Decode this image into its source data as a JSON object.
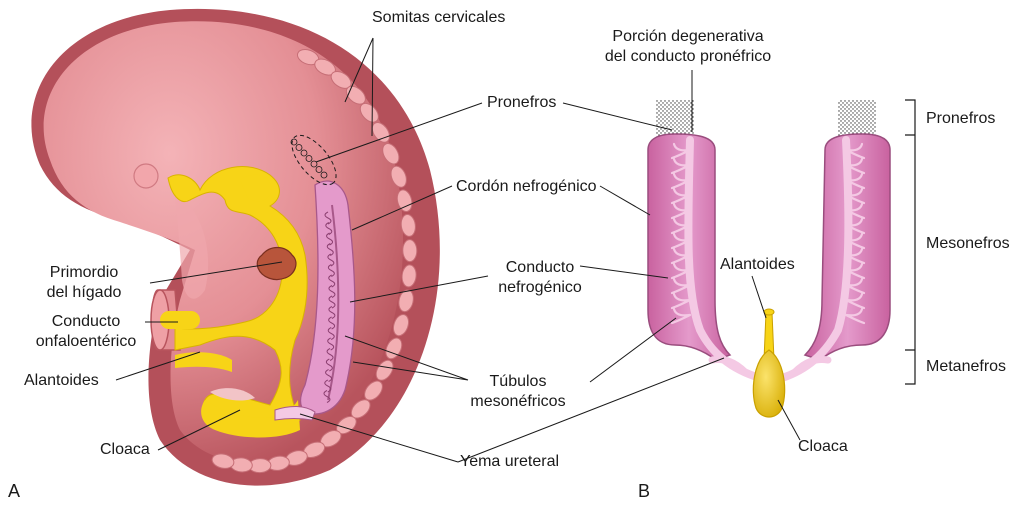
{
  "panel_a": {
    "letter": "A",
    "labels": {
      "somitas": "Somitas cervicales",
      "pronefros": "Pronefros",
      "cordon": "Cordón nefrogénico",
      "conducto_line1": "Conducto",
      "conducto_line2": "nefrogénico",
      "primordio_line1": "Primordio",
      "primordio_line2": "del hígado",
      "onfalo_line1": "Conducto",
      "onfalo_line2": "onfaloentérico",
      "alantoides": "Alantoides",
      "tubulos_line1": "Túbulos",
      "tubulos_line2": "mesonéfricos",
      "cloaca": "Cloaca",
      "yema": "Yema ureteral"
    }
  },
  "panel_b": {
    "letter": "B",
    "labels": {
      "porcion_line1": "Porción degenerativa",
      "porcion_line2": "del conducto pronéfrico",
      "alantoides": "Alantoides",
      "cloaca": "Cloaca"
    },
    "regions": {
      "pronefros": "Pronefros",
      "mesonefros": "Mesonefros",
      "metanefros": "Metanefros"
    }
  },
  "colors": {
    "embryo_body": "#e48f95",
    "embryo_dark": "#b8545d",
    "somite": "#f2aeb2",
    "gut_yellow": "#f7d417",
    "kidney_pink": "#d97fbe",
    "kidney_light": "#f4c9e4",
    "line": "#1a1a1a"
  }
}
